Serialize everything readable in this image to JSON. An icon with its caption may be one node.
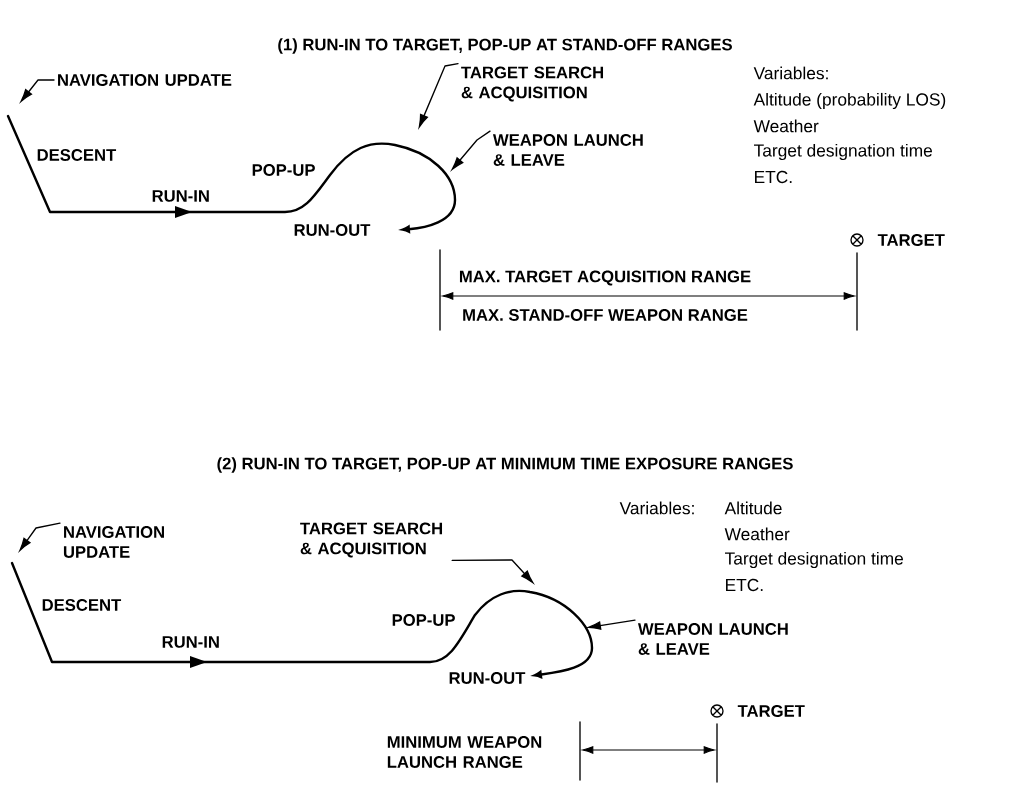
{
  "diagram": {
    "nodes": [
      {
        "text": [
          "NAVIGATION UPDATE"
        ]
      },
      {
        "text": [
          "TARGET SEARCH & ACQUISITION"
        ]
      },
      {
        "text": [
          "WEAPON LAUNCH & LEAVE"
        ]
      },
      {
        "text": [
          "NAVIGATION UPDATE"
        ]
      },
      {
        "text": [
          "TARGET SEARCH & ACQUISITION"
        ]
      },
      {
        "text": [
          "WEAPON LAUNCH & LEAVE"
        ]
      }
    ],
    "edges": [
      {
        "from": 0,
        "to": null,
        "arrow": "to"
      },
      {
        "from": 1,
        "to": null,
        "arrow": "to"
      },
      {
        "from": 2,
        "to": null,
        "arrow": "to"
      },
      {
        "from": 3,
        "to": null,
        "arrow": "to"
      },
      {
        "from": 4,
        "to": null,
        "arrow": "to"
      },
      {
        "from": 5,
        "to": null,
        "arrow": "to"
      }
    ],
    "labels": [
      "(1) RUN-IN TO TARGET, POP-UP AT STAND-OFF RANGES",
      "DESCENT",
      "RUN-IN",
      "POP-UP",
      "RUN-OUT",
      "Variables:",
      "Altitude (probability LOS)",
      "Weather",
      "Target designation time",
      "ETC.",
      "TARGET",
      "MAX. TARGET ACQUISITION RANGE",
      "MAX. STAND-OFF WEAPON RANGE",
      "(2) RUN-IN TO TARGET, POP-UP AT MINIMUM TIME EXPOSURE RANGES",
      "DESCENT",
      "RUN-IN",
      "POP-UP",
      "RUN-OUT",
      "Variables:",
      "Altitude",
      "Weather",
      "Target designation time",
      "ETC.",
      "TARGET",
      "MINIMUM WEAPON LAUNCH RANGE"
    ]
  }
}
